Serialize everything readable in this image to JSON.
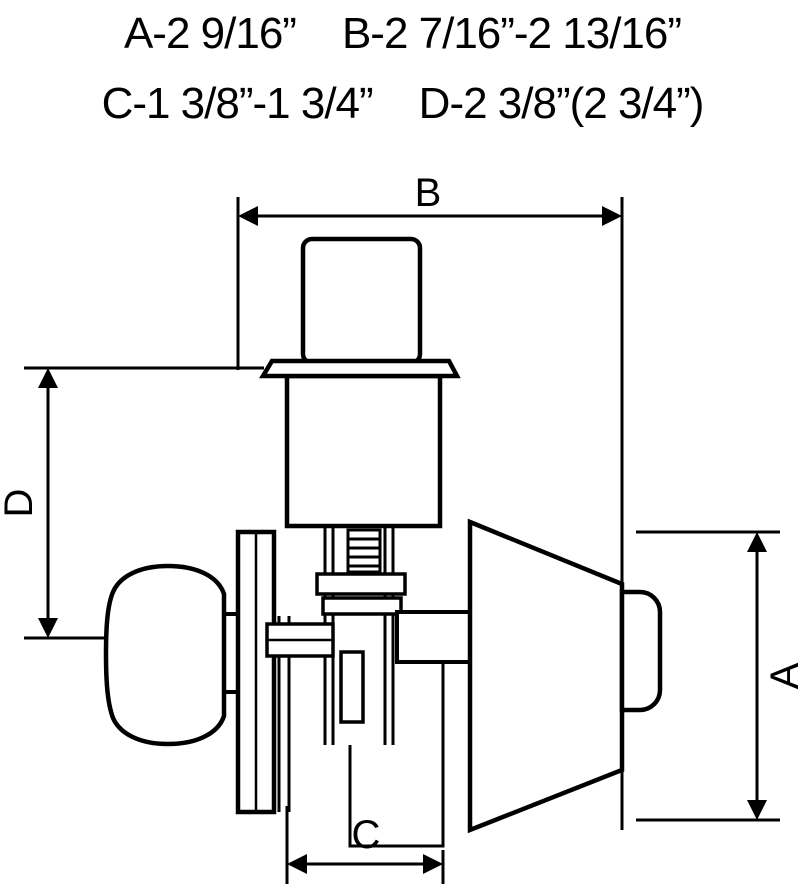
{
  "specs": {
    "a": "A-2 9/16”",
    "b": "B-2 7/16”-2 13/16”",
    "c": "C-1 3/8”-1 3/4”",
    "d": "D-2 3/8”(2 3/4”)"
  },
  "dimension_labels": {
    "a": "A",
    "b": "B",
    "c": "C",
    "d": "D"
  },
  "colors": {
    "ink": "#000000",
    "paper": "#ffffff"
  }
}
